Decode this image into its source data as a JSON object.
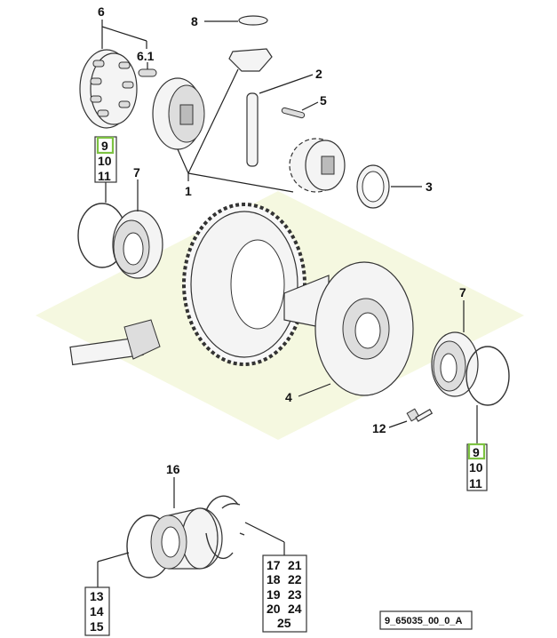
{
  "diagram": {
    "reference": "9_65035_00_0_A",
    "watermark_color": "#f3f6d8",
    "highlight_color": "#7dc242",
    "callouts": {
      "c1": "1",
      "c2": "2",
      "c3": "3",
      "c4": "4",
      "c5": "5",
      "c6": "6",
      "c6_1": "6.1",
      "c7_left": "7",
      "c7_right": "7",
      "c8": "8",
      "c12": "12",
      "c16": "16"
    },
    "group_left": [
      "9",
      "10",
      "11"
    ],
    "group_right": [
      "9",
      "10",
      "11"
    ],
    "group_bearing_ring": [
      "13",
      "14",
      "15"
    ],
    "group_kit": [
      "17",
      "21",
      "18",
      "22",
      "19",
      "23",
      "20",
      "24",
      "25"
    ],
    "highlighted_item": "9"
  }
}
